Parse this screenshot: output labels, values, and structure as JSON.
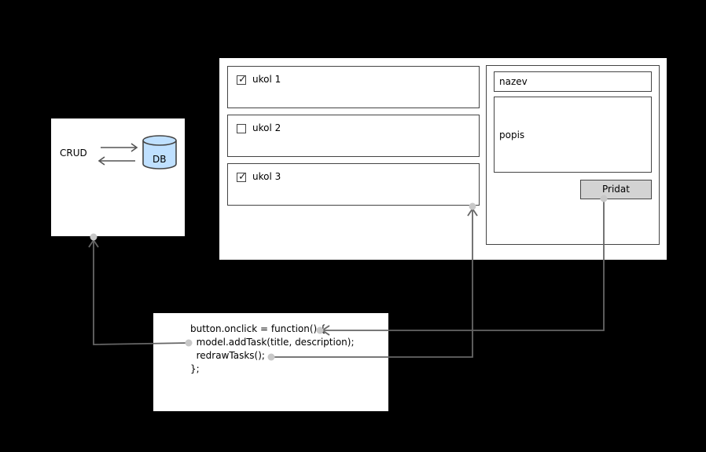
{
  "crud_box": {
    "label": "CRUD",
    "db_label": "DB"
  },
  "ui_mockup": {
    "tasks": [
      {
        "label": "ukol 1",
        "checked": true
      },
      {
        "label": "ukol 2",
        "checked": false
      },
      {
        "label": "ukol 3",
        "checked": true
      }
    ],
    "form": {
      "title_field": "nazev",
      "description_field": "popis",
      "add_button": "Pridat"
    }
  },
  "code_box": {
    "lines": [
      "button.onclick = function() {",
      "  model.addTask(title, description);",
      "  redrawTasks();",
      "};"
    ]
  },
  "colors": {
    "background": "#000000",
    "panel": "#ffffff",
    "db_fill": "#bfe0ff",
    "button_fill": "#d3d3d3",
    "connector": "#666666",
    "connector_dot": "#c8c8c8"
  }
}
